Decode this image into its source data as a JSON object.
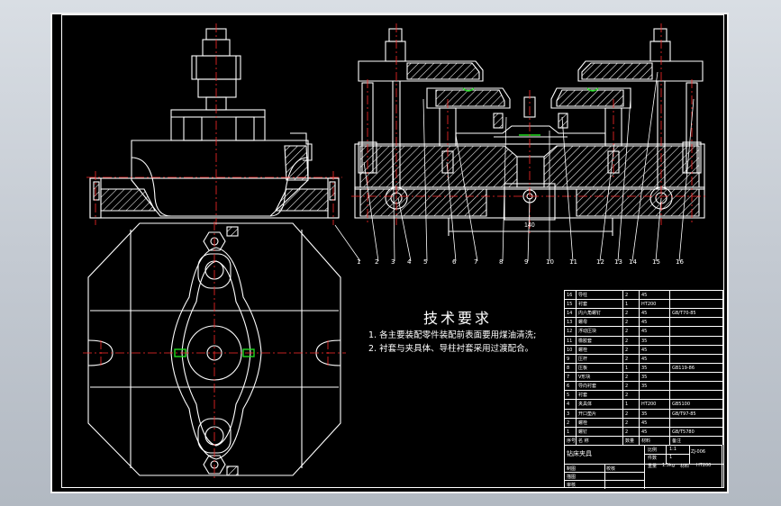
{
  "drawing": {
    "technical_requirements": {
      "title": "技术要求",
      "items": [
        "1. 各主要装配零件装配前表面要用煤油清洗;",
        "2. 衬套与夹具体、导柱衬套采用过渡配合。"
      ]
    },
    "part_callouts": [
      "1",
      "2",
      "3",
      "4",
      "5",
      "6",
      "7",
      "8",
      "9",
      "10",
      "11",
      "12",
      "13",
      "14",
      "15",
      "16"
    ],
    "dimension_label": "140",
    "bom": [
      {
        "no": "16",
        "name": "导柱",
        "qty": "2",
        "mat": "45",
        "std": ""
      },
      {
        "no": "15",
        "name": "衬套",
        "qty": "1",
        "mat": "HT200",
        "std": ""
      },
      {
        "no": "14",
        "name": "内六角螺钉",
        "qty": "2",
        "mat": "45",
        "std": "GB/T70-85"
      },
      {
        "no": "13",
        "name": "螺母",
        "qty": "2",
        "mat": "45",
        "std": ""
      },
      {
        "no": "12",
        "name": "浮动压块",
        "qty": "2",
        "mat": "45",
        "std": ""
      },
      {
        "no": "11",
        "name": "橡胶套",
        "qty": "2",
        "mat": "35",
        "std": ""
      },
      {
        "no": "10",
        "name": "螺栓",
        "qty": "2",
        "mat": "45",
        "std": ""
      },
      {
        "no": "9",
        "name": "压杆",
        "qty": "2",
        "mat": "45",
        "std": ""
      },
      {
        "no": "8",
        "name": "压板",
        "qty": "1",
        "mat": "35",
        "std": "GB119-86"
      },
      {
        "no": "7",
        "name": "V形块",
        "qty": "2",
        "mat": "35",
        "std": ""
      },
      {
        "no": "6",
        "name": "导向衬套",
        "qty": "2",
        "mat": "35",
        "std": ""
      },
      {
        "no": "5",
        "name": "衬套",
        "qty": "2",
        "mat": "",
        "std": ""
      },
      {
        "no": "4",
        "name": "夹具体",
        "qty": "1",
        "mat": "HT200",
        "std": "GB5100"
      },
      {
        "no": "3",
        "name": "开口垫片",
        "qty": "2",
        "mat": "35",
        "std": "GB/T97-85"
      },
      {
        "no": "2",
        "name": "螺栓",
        "qty": "2",
        "mat": "45",
        "std": ""
      },
      {
        "no": "1",
        "name": "螺钉",
        "qty": "2",
        "mat": "45",
        "std": "GB/T5780"
      }
    ],
    "bom_header": {
      "no": "序号",
      "name": "名 称",
      "qty": "数量",
      "mat": "材料",
      "std": "备注"
    },
    "title_block": {
      "name": "钻床夹具",
      "scale_label": "比例",
      "scale_value": "1:1",
      "count_label": "件数",
      "count_value": "1",
      "weight_label": "重量",
      "weight_value": "1.5kg",
      "material_label": "材料",
      "material_value": "HT200",
      "drawing_no": "ZJ-006",
      "designer_label": "制图",
      "checker_label": "校核",
      "drafter_label": "描图",
      "approver_label": "审核"
    }
  },
  "colors": {
    "background": "#000000",
    "outline": "#ffffff",
    "centerline": "#ff2a2a",
    "hatch": "#ffffff",
    "accent_green": "#1fdc1f",
    "text": "#ffffff"
  }
}
